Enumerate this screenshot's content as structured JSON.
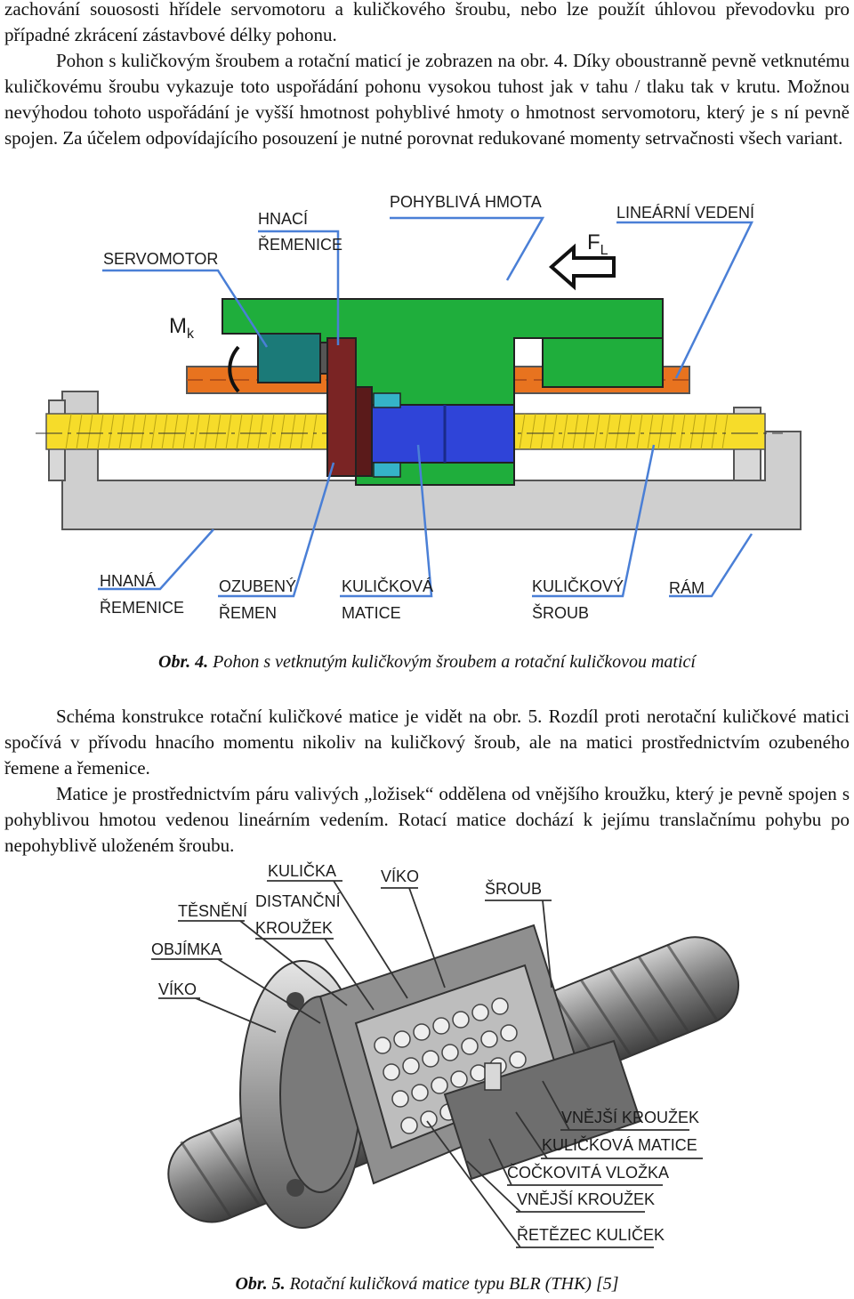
{
  "text": {
    "p1": "zachování souososti hřídele servomotoru a kuličkového šroubu, nebo lze použít úhlovou převodovku pro případné zkrácení zástavbové délky pohonu.",
    "p2": "Pohon s kuličkovým šroubem a rotační maticí je zobrazen na obr. 4. Díky oboustranně pevně vetknutému kuličkovému šroubu vykazuje toto uspořádání pohonu vysokou tuhost jak v tahu / tlaku tak v krutu. Možnou nevýhodou tohoto uspořádání je vyšší hmotnost pohyblivé hmoty o hmotnost servomotoru, který je s ní pevně spojen. Za účelem odpovídajícího posouzení je nutné porovnat redukované momenty setrvačnosti všech variant.",
    "p3": "Schéma konstrukce rotační kuličkové matice je vidět na obr. 5. Rozdíl proti nerotační kuličkové matici spočívá v přívodu hnacího momentu nikoliv na kuličkový šroub, ale na matici prostřednictvím ozubeného řemene a řemenice.",
    "p4": "Matice je prostřednictvím páru valivých „ložisek“ oddělena od vnějšího kroužku, který je pevně spojen s pohyblivou hmotou vedenou lineárním vedením. Rotací matice dochází k jejímu translačnímu pohybu po nepohyblivě uloženém šroubu."
  },
  "fig4": {
    "caption_num": "Obr. 4.",
    "caption_text": " Pohon s vetknutým kuličkovým šroubem a rotační kuličkovou maticí",
    "labels": {
      "servomotor": "SERVOMOTOR",
      "hnaci1": "HNACÍ",
      "hnaci2": "ŘEMENICE",
      "hmota": "POHYBLIVÁ HMOTA",
      "vedeni": "LINEÁRNÍ VEDENÍ",
      "hnana1": "HNANÁ",
      "hnana2": "ŘEMENICE",
      "remen1": "OZUBENÝ",
      "remen2": "ŘEMEN",
      "matice1": "KULIČKOVÁ",
      "matice2": "MATICE",
      "sroub1": "KULIČKOVÝ",
      "sroub2": "ŠROUB",
      "ram": "RÁM",
      "mk": "M",
      "mk_sub": "k",
      "fl": "F",
      "fl_sub": "L"
    },
    "colors": {
      "frame": "#cfcfcf",
      "mass": "#1fae3c",
      "motor": "#1b7a78",
      "guide": "#e8731f",
      "screw": "#f6dc2a",
      "nut": "#2f44d8",
      "pulley": "#7a2424",
      "leader": "#4a7fd6"
    }
  },
  "fig5": {
    "caption_num": "Obr. 5.",
    "caption_text": " Rotační kuličková matice typu BLR (THK) [5]",
    "labels": {
      "kulicka": "KULIČKA",
      "viko_top": "VÍKO",
      "sroub": "ŠROUB",
      "tesneni": "TĚSNĚNÍ",
      "distancni1": "DISTANČNÍ",
      "distancni2": "KROUŽEK",
      "objimka": "OBJÍMKA",
      "viko_left": "VÍKO",
      "vnejsi1": "VNĚJŠÍ KROUŽEK",
      "kulickova_matice": "KULIČKOVÁ MATICE",
      "cockovita": "ČOČKOVITÁ VLOŽKA",
      "vnejsi2": "VNĚJŠÍ KROUŽEK",
      "retezec": "ŘETĚZEC KULIČEK"
    }
  }
}
